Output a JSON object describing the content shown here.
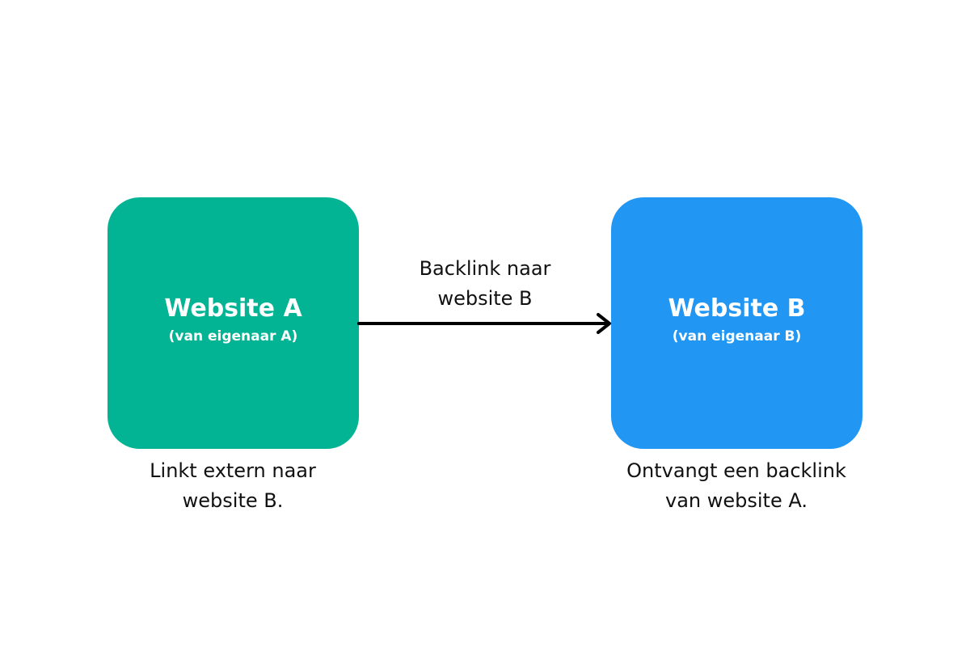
{
  "colors": {
    "node_a_fill": "#02B494",
    "node_b_fill": "#2196F3",
    "arrow": "#000000",
    "background": "#FFFFFF"
  },
  "nodes": {
    "a": {
      "title": "Website A",
      "subtitle": "(van eigenaar A)",
      "caption_line1": "Linkt extern naar",
      "caption_line2": "website B."
    },
    "b": {
      "title": "Website B",
      "subtitle": "(van eigenaar B)",
      "caption_line1": "Ontvangt een backlink",
      "caption_line2": "van website A."
    }
  },
  "edge": {
    "from": "Website A",
    "to": "Website B",
    "label_line1": "Backlink naar",
    "label_line2": "website B"
  }
}
